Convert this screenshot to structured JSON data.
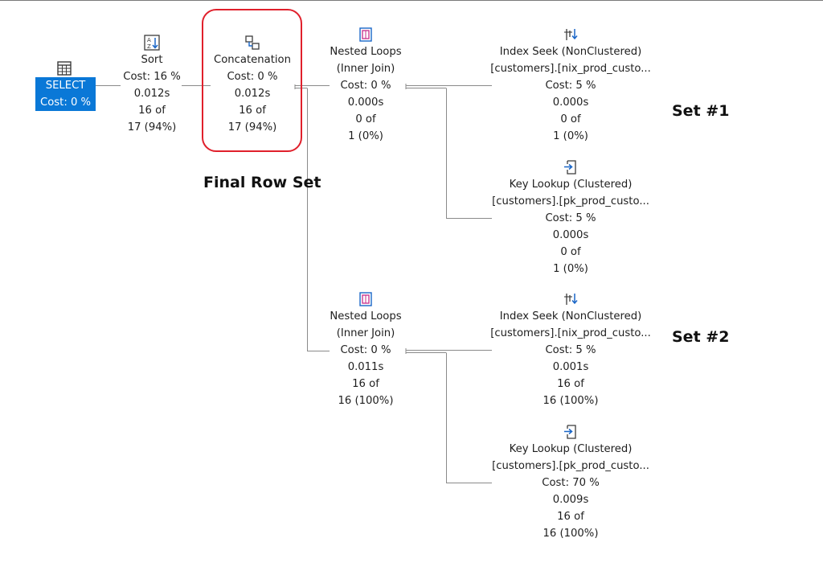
{
  "nodes": {
    "select": {
      "name": "SELECT",
      "cost": "Cost: 0 %"
    },
    "sort": {
      "name": "Sort",
      "cost": "Cost: 16 %",
      "time": "0.012s",
      "rows": "16 of",
      "est": "17 (94%)"
    },
    "concat": {
      "name": "Concatenation",
      "cost": "Cost: 0 %",
      "time": "0.012s",
      "rows": "16 of",
      "est": "17 (94%)"
    },
    "nested1": {
      "name": "Nested Loops",
      "sub": "(Inner Join)",
      "cost": "Cost: 0 %",
      "time": "0.000s",
      "rows": "0 of",
      "est": "1 (0%)"
    },
    "seek1": {
      "name": "Index Seek (NonClustered)",
      "obj": "[customers].[nix_prod_custo...",
      "cost": "Cost: 5 %",
      "time": "0.000s",
      "rows": "0 of",
      "est": "1 (0%)"
    },
    "lookup1": {
      "name": "Key Lookup (Clustered)",
      "obj": "[customers].[pk_prod_custo...",
      "cost": "Cost: 5 %",
      "time": "0.000s",
      "rows": "0 of",
      "est": "1 (0%)"
    },
    "nested2": {
      "name": "Nested Loops",
      "sub": "(Inner Join)",
      "cost": "Cost: 0 %",
      "time": "0.011s",
      "rows": "16 of",
      "est": "16 (100%)"
    },
    "seek2": {
      "name": "Index Seek (NonClustered)",
      "obj": "[customers].[nix_prod_custo...",
      "cost": "Cost: 5 %",
      "time": "0.001s",
      "rows": "16 of",
      "est": "16 (100%)"
    },
    "lookup2": {
      "name": "Key Lookup (Clustered)",
      "obj": "[customers].[pk_prod_custo...",
      "cost": "Cost: 70 %",
      "time": "0.009s",
      "rows": "16 of",
      "est": "16 (100%)"
    }
  },
  "annotations": {
    "final_row_set": "Final Row Set",
    "set1": "Set #1",
    "set2": "Set #2"
  },
  "icons": {
    "select": "table-grid-icon",
    "sort": "sort-icon",
    "concat": "concatenation-icon",
    "nested": "nested-loops-icon",
    "seek": "index-seek-icon",
    "lookup": "key-lookup-icon"
  },
  "colors": {
    "selection": "#0a78d7",
    "highlight": "#e0202c",
    "connector": "#8a8a8a"
  }
}
